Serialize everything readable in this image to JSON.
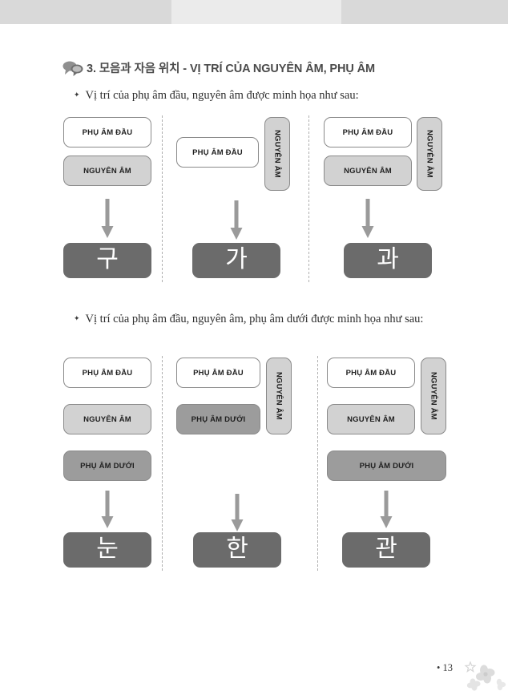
{
  "page": {
    "number_label": "• 13",
    "background": "#ffffff"
  },
  "banner": {
    "left_color": "#d9d9d9",
    "mid_color": "#ebebeb",
    "right_color": "#d9d9d9"
  },
  "header": {
    "icon": "speech-bubbles-icon",
    "title": "3. 모음과 자음 위치 - VỊ TRÍ CỦA NGUYÊN ÂM, PHỤ ÂM",
    "title_color": "#4a4a4a"
  },
  "bullets": {
    "marker": "✦",
    "first": "Vị trí của phụ âm đầu, nguyên âm được minh họa như sau:",
    "second": "Vị trí của phụ âm đầu, nguyên âm, phụ âm dưới được minh họa như sau:"
  },
  "labels": {
    "initial_consonant": "PHỤ ÂM ĐẦU",
    "vowel": "NGUYÊN ÂM",
    "final_consonant": "PHỤ ÂM DƯỚI"
  },
  "colors": {
    "box_white": "#ffffff",
    "box_light_gray": "#d2d2d2",
    "box_mid_gray": "#9c9c9c",
    "result_dark_gray": "#6b6b6b",
    "border_gray": "#8a8a8a",
    "arrow_gray": "#9a9a9a",
    "divider_gray": "#b0b0b0"
  },
  "group1": {
    "columns": [
      {
        "id": "col-1",
        "boxes": [
          {
            "label": "PHỤ ÂM ĐẦU",
            "shade": "white",
            "orientation": "horizontal"
          },
          {
            "label": "NGUYÊN ÂM",
            "shade": "light",
            "orientation": "horizontal"
          }
        ],
        "result": "구"
      },
      {
        "id": "col-2",
        "boxes": [
          {
            "label": "PHỤ ÂM ĐẦU",
            "shade": "white",
            "orientation": "horizontal"
          },
          {
            "label": "NGUYÊN ÂM",
            "shade": "light",
            "orientation": "vertical"
          }
        ],
        "result": "가"
      },
      {
        "id": "col-3",
        "boxes": [
          {
            "label": "PHỤ ÂM ĐẦU",
            "shade": "white",
            "orientation": "horizontal"
          },
          {
            "label": "NGUYÊN ÂM",
            "shade": "light",
            "orientation": "horizontal"
          },
          {
            "label": "NGUYÊN ÂM",
            "shade": "light",
            "orientation": "vertical"
          }
        ],
        "result": "과"
      }
    ]
  },
  "group2": {
    "columns": [
      {
        "id": "col-1",
        "boxes": [
          {
            "label": "PHỤ ÂM ĐẦU",
            "shade": "white",
            "orientation": "horizontal"
          },
          {
            "label": "NGUYÊN ÂM",
            "shade": "light",
            "orientation": "horizontal"
          },
          {
            "label": "PHỤ ÂM DƯỚI",
            "shade": "mid",
            "orientation": "horizontal"
          }
        ],
        "result": "눈"
      },
      {
        "id": "col-2",
        "boxes": [
          {
            "label": "PHỤ ÂM ĐẦU",
            "shade": "white",
            "orientation": "horizontal"
          },
          {
            "label": "PHỤ ÂM DƯỚI",
            "shade": "mid",
            "orientation": "horizontal"
          },
          {
            "label": "NGUYÊN ÂM",
            "shade": "light",
            "orientation": "vertical"
          }
        ],
        "result": "한"
      },
      {
        "id": "col-3",
        "boxes": [
          {
            "label": "PHỤ ÂM ĐẦU",
            "shade": "white",
            "orientation": "horizontal"
          },
          {
            "label": "NGUYÊN ÂM",
            "shade": "light",
            "orientation": "horizontal"
          },
          {
            "label": "NGUYÊN ÂM",
            "shade": "light",
            "orientation": "vertical"
          },
          {
            "label": "PHỤ ÂM DƯỚI",
            "shade": "mid",
            "orientation": "horizontal"
          }
        ],
        "result": "관"
      }
    ]
  }
}
